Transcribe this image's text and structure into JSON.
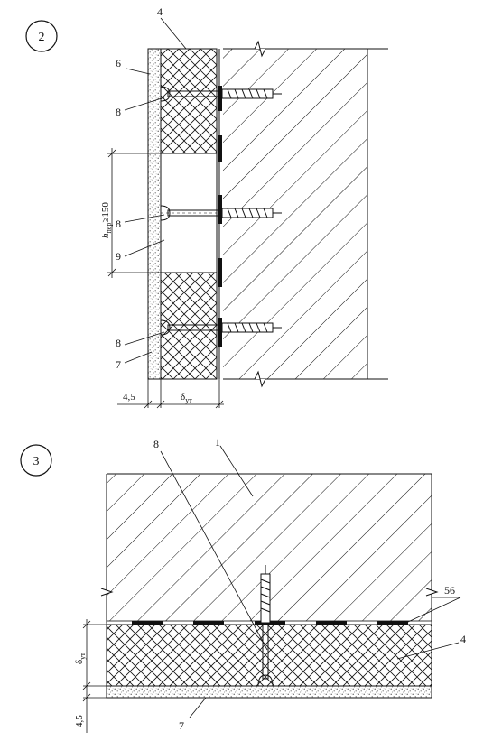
{
  "figure_2": {
    "number": "2",
    "labels": {
      "l4": "4",
      "l6": "6",
      "l8a": "8",
      "l8b": "8",
      "l8c": "8",
      "l9": "9",
      "l7": "7"
    },
    "h_label": "h",
    "h_subscript": "пер",
    "h_value": "≥150",
    "dim_left": "4,5",
    "dim_delta": "δ",
    "dim_delta_subscript": "ут"
  },
  "figure_3": {
    "number": "3",
    "labels": {
      "l8": "8",
      "l1": "1",
      "l56": "56",
      "l4": "4",
      "l7": "7"
    },
    "dim_delta": "δ",
    "dim_delta_subscript": "ут",
    "dim_bottom": "4,5"
  },
  "colors": {
    "line": "#111111",
    "speckle": "#666666",
    "background": "#ffffff"
  }
}
